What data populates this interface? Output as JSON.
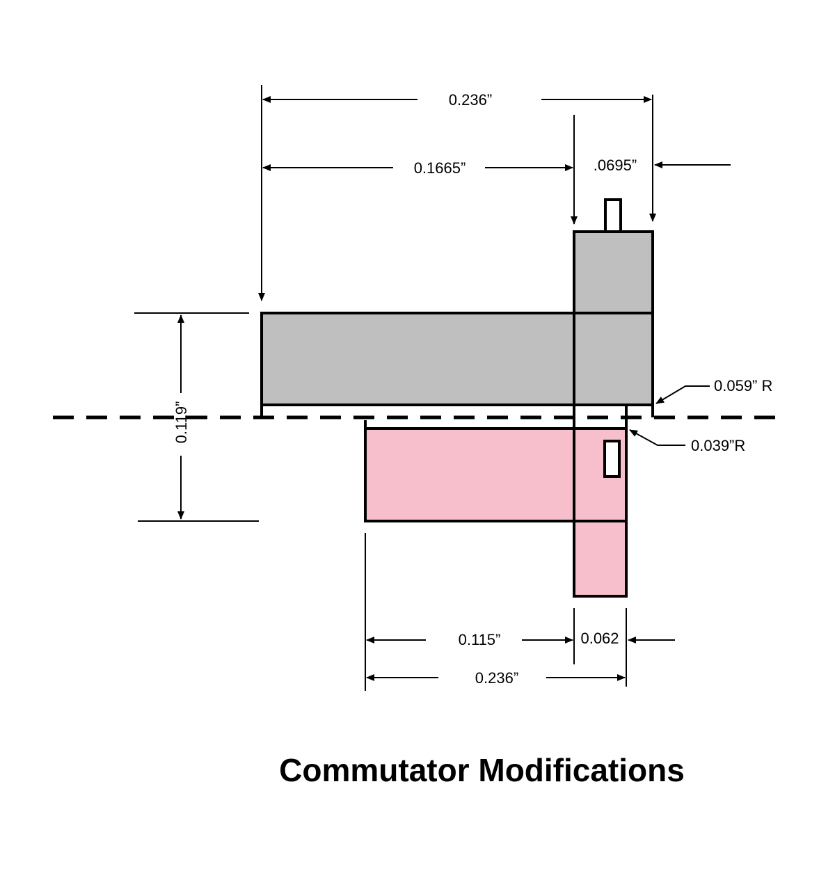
{
  "title": "Commutator Modifications",
  "colors": {
    "gray_part": "#bfbfbf",
    "pink_part": "#f7bfcc",
    "outline": "#000000"
  },
  "dimensions": {
    "top_overall": "0.236”",
    "top_left": "0.1665”",
    "top_right": ".0695”",
    "radius_outer": "0.059” R",
    "radius_inner": "0.039”R",
    "height": "0.119”",
    "bottom_left": "0.115”",
    "bottom_right": "0.062",
    "bottom_overall": "0.236”"
  }
}
